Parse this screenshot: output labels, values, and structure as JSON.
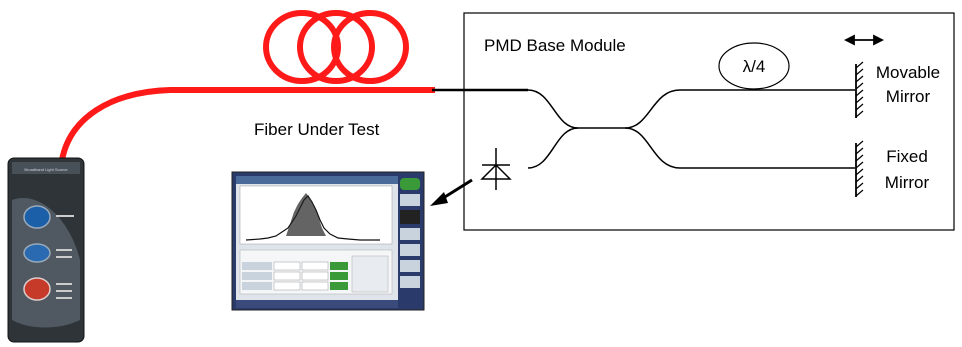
{
  "diagram": {
    "module_title": "PMD Base Module",
    "fiber_label": "Fiber Under Test",
    "waveplate_label": "λ/4",
    "movable_mirror": {
      "line1": "Movable",
      "line2": "Mirror"
    },
    "fixed_mirror": {
      "line1": "Fixed",
      "line2": "Mirror"
    },
    "light_source_title": "Broadband Light Source",
    "colors": {
      "fiber": "#ff1a1a",
      "outline": "#000000",
      "device_body": "#2e3438",
      "screen_bezel": "#2a3a6a",
      "screen_plot_bg": "#ffffff",
      "screen_button": "#3a9a3a"
    },
    "icons": [
      "photodetector-diode-icon",
      "double-arrow-icon",
      "mirror-icon",
      "arrow-icon"
    ]
  }
}
